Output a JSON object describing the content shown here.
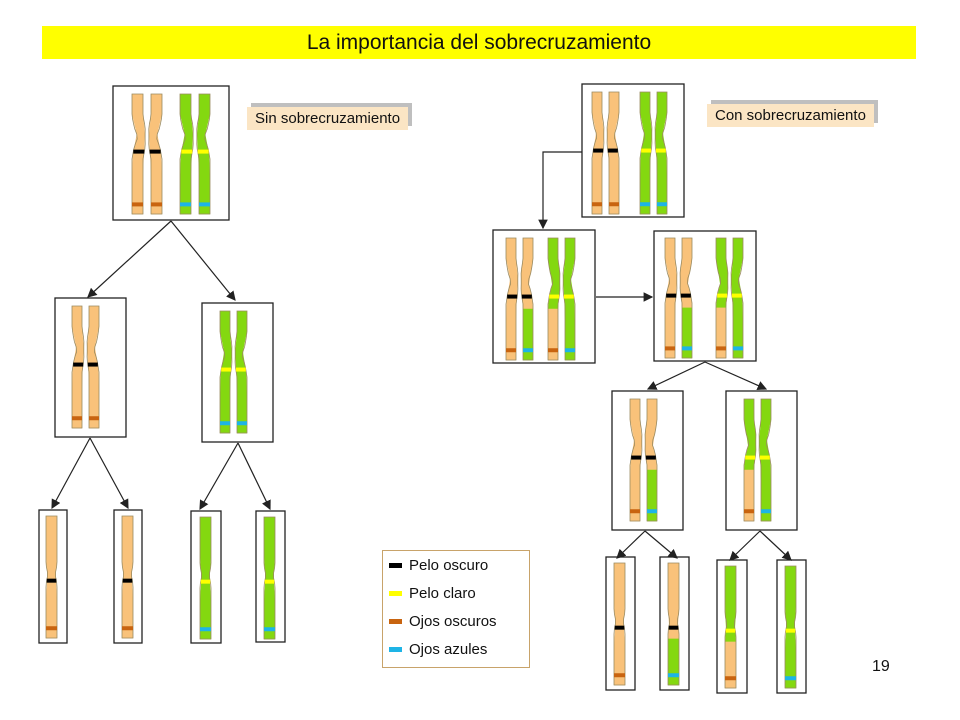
{
  "title": "La importancia del sobrecruzamiento",
  "labels": {
    "without_crossover": "Sin sobrecruzamiento",
    "with_crossover": "Con sobrecruzamiento"
  },
  "colors": {
    "orange_chromosome": "#f9c27a",
    "green_chromosome": "#84d810",
    "dark_hair": "#000000",
    "light_hair": "#ffff00",
    "dark_eyes": "#c86410",
    "blue_eyes": "#1eb4e6",
    "title_background": "#ffff00",
    "label_background": "#fbe5c4"
  },
  "legend": [
    {
      "label": "Pelo oscuro",
      "color": "#000000"
    },
    {
      "label": "Pelo claro",
      "color": "#ffff00"
    },
    {
      "label": "Ojos oscuros",
      "color": "#c86410"
    },
    {
      "label": "Ojos azules",
      "color": "#1eb4e6"
    }
  ],
  "page_number": "19"
}
